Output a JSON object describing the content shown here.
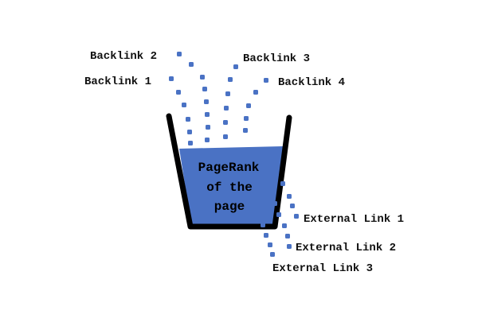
{
  "backlinks": [
    {
      "label": "Backlink 1"
    },
    {
      "label": "Backlink 2"
    },
    {
      "label": "Backlink 3"
    },
    {
      "label": "Backlink 4"
    }
  ],
  "bucket": {
    "lines": [
      "PageRank",
      "of the",
      "page"
    ]
  },
  "external_links": [
    {
      "label": "External Link 1"
    },
    {
      "label": "External Link 2"
    },
    {
      "label": "External Link 3"
    }
  ],
  "colors": {
    "water": "#4a72c4",
    "drop": "#4a72c4",
    "bucket_outline": "#000000",
    "text": "#111111"
  }
}
